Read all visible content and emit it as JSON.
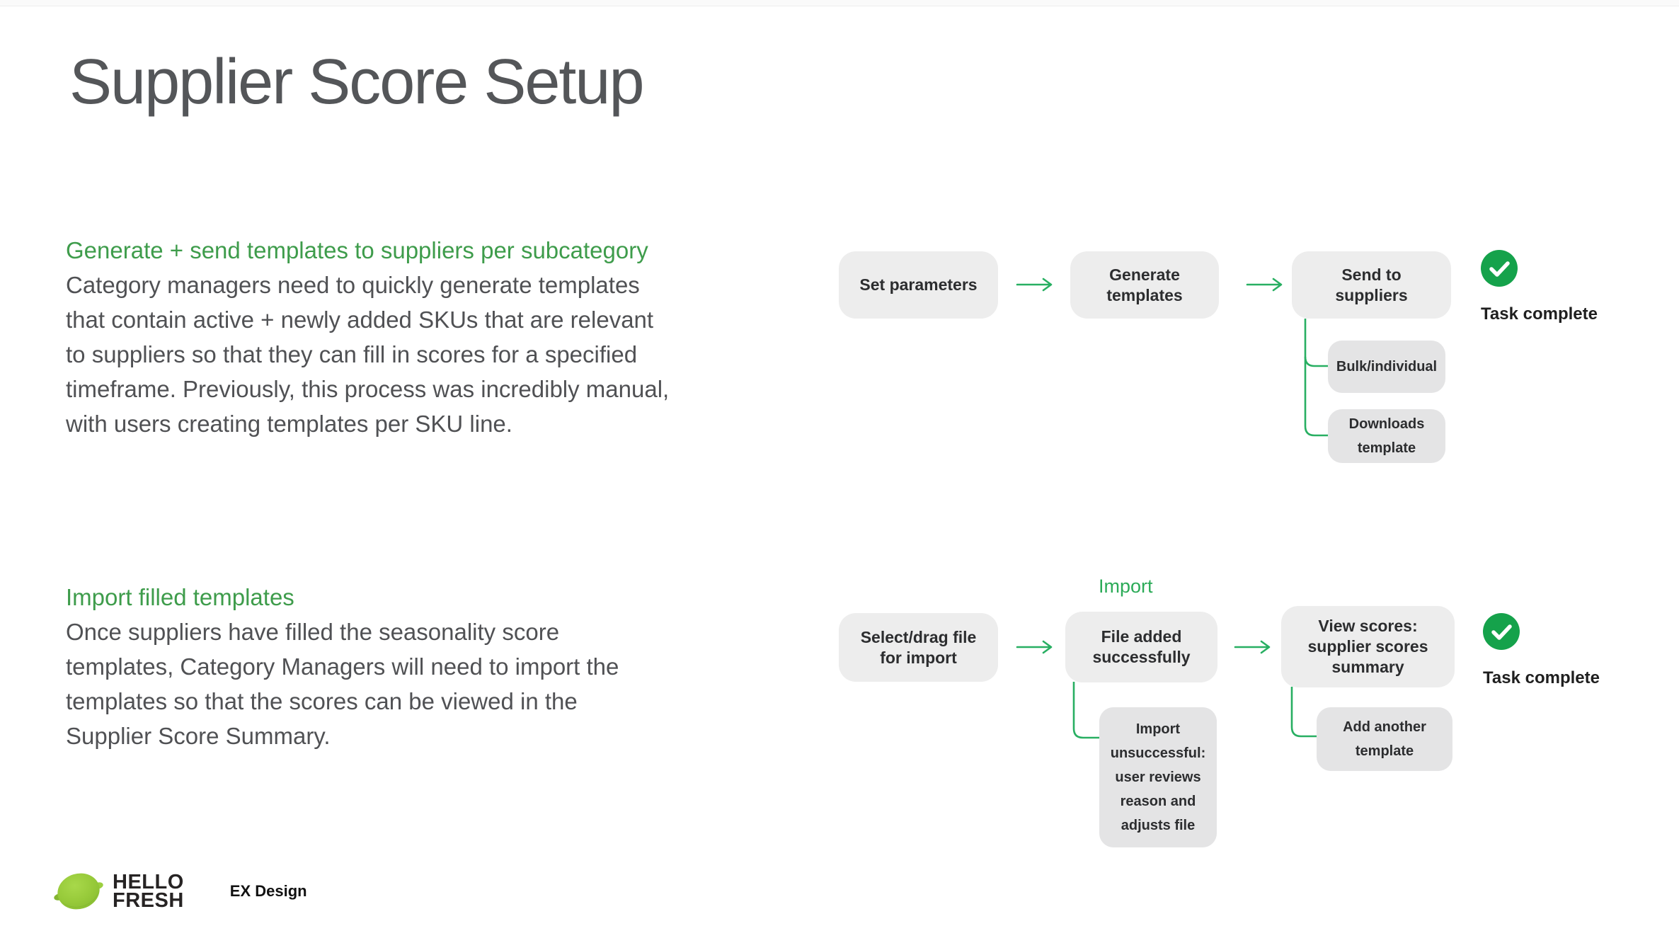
{
  "page": {
    "title": "Supplier Score Setup"
  },
  "sections": [
    {
      "heading": "Generate + send templates to suppliers per subcategory",
      "body": "Category managers need to quickly generate templates\nthat contain active + newly added SKUs that are relevant\nto suppliers so that they can fill in scores for a specified\ntimeframe. Previously, this process was incredibly manual,\nwith users creating templates per SKU line."
    },
    {
      "heading": "Import filled templates",
      "body": "Once suppliers have filled the seasonality score\ntemplates, Category Managers will need to import the\ntemplates so that the scores can be viewed in the\nSupplier Score Summary."
    }
  ],
  "flow1": {
    "nodes": {
      "step1": "Set parameters",
      "step2": "Generate\ntemplates",
      "step3": "Send to\nsuppliers"
    },
    "children": {
      "child1": "Bulk/individual",
      "child2": "Downloads\ntemplate"
    },
    "status": "Task complete"
  },
  "flow2": {
    "label": "Import",
    "nodes": {
      "step1": "Select/drag file\nfor import",
      "step2": "File added\nsuccessfully",
      "step3": "View scores:\nsupplier scores\nsummary"
    },
    "children": {
      "child1": "Import\nunsuccessful:\nuser reviews\nreason and\nadjusts file",
      "child2": "Add another\ntemplate"
    },
    "status": "Task complete"
  },
  "footer": {
    "brand": "HELLO\nFRESH",
    "team": "EX Design"
  },
  "colors": {
    "titleText": "#545659",
    "bodyText": "#505154",
    "headingGreen": "#3e9c4b",
    "flowGreen": "#28af62",
    "importGreen": "#2cab58",
    "checkGreen": "#15a24b",
    "nodeBg": "#ededed",
    "childBg": "#e4e4e5",
    "nodeText": "#2c2d2f",
    "limeMain": "#97ca3a",
    "limeDark": "#79ad2f",
    "limeLight": "#a8d84a"
  }
}
